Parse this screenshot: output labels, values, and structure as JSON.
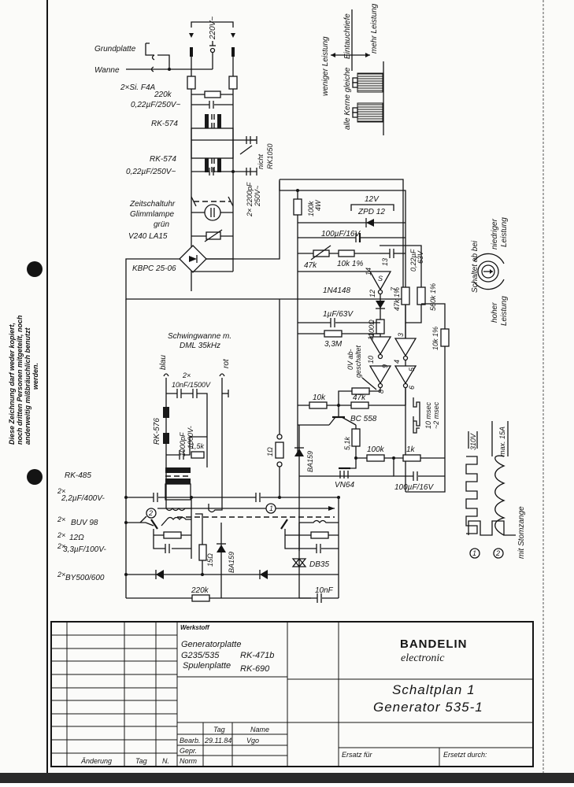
{
  "document": {
    "type": "circuit schematic (scanned)",
    "disclaimer_lines": [
      "Diese Zeichnung darf weder kopiert,",
      "noch dritten Personen mitgeteilt, noch",
      "anderweitig mißbräuchlich benutzt",
      "werden."
    ]
  },
  "mains_section": {
    "grundplatte": "Grundplatte",
    "wanne": "Wanne",
    "voltage": "220V~",
    "fuses": "2×Si. F4A",
    "r_220k": "220k",
    "cap_1": "0,22µF/250V~",
    "choke_1": "RK-574",
    "choke_2": "RK-574",
    "nicht": "nicht",
    "rk1050": "RK1050",
    "cap_2": "0,22µF/250V~",
    "cap_2200": "2× 2200pF",
    "cap_2200_v": "250V~",
    "timer": "Zeitschaltuhr",
    "lamp": "Glimmlampe",
    "lamp_color": "grün",
    "varistor": "V240 LA15",
    "bridge": "KBPC 25-06"
  },
  "core_note": {
    "weniger": "weniger Leistung",
    "eintauch": "Eintauchtiefe",
    "mehr": "mehr Leistung",
    "kerne": "alle Kerne gleiche"
  },
  "control_section": {
    "r_100k": "100k",
    "r_100k_w": "4W",
    "v12": "12V",
    "zener": "ZPD 12",
    "c_100u": "100µF/16V",
    "pot_47k": "47k",
    "r_10k1": "10k 1%",
    "c_022": "0,22µF",
    "c_022_v": "63V",
    "pin13": "13",
    "pin14": "14",
    "pin12": "12",
    "pin7": "7",
    "pin11": "11",
    "pin10": "10",
    "pin9": "9",
    "pin8": "8",
    "pin3": "3",
    "pin4": "4",
    "pin5": "5",
    "pin6": "6",
    "schmitt": "S",
    "diode_1n4148": "1N4148",
    "r_47k1": "47k 1%",
    "r_560k": "560k 1%",
    "r_100ohm": "100Ω",
    "c_1u": "1µF/63V",
    "r_33m": "3,3M",
    "r_10k1b": "10k 1%",
    "ov_note_1": "0V ab-",
    "ov_note_2": "geschaltet",
    "r_10k": "10k",
    "r_47k": "47k",
    "pnp": "BC 558",
    "ms10": "10 msec",
    "ms2": "~2 msec",
    "ba159": "BA159",
    "r_51k": "5,1k",
    "r_100k_b": "100k",
    "r_1k": "1k",
    "mosfet": "VN64",
    "c_100u_b": "100µF/16V"
  },
  "switch_note": {
    "schaltet": "Schaltet ab bei",
    "niedriger": "niedriger",
    "leistung_1": "Leistung",
    "hoher": "hoher",
    "leistung_2": "Leistung"
  },
  "transducer_section": {
    "title_1": "Schwingwanne m.",
    "title_2": "DML 35kHz",
    "blau": "blau",
    "rot": "rot",
    "c_10n_count": "2×",
    "c_10n": "10nF/1500V",
    "choke": "RK-576",
    "c_1000p": "1000pF",
    "c_1000p_v": "1000V-",
    "r_15k": "1,5k",
    "r_1ohm": "1Ω"
  },
  "power_section": {
    "transformer": "RK-485",
    "c_22_count": "2×",
    "c_22": "2,2µF/400V-",
    "transistor_count": "2×",
    "transistor": "BUV 98",
    "r12_count": "2×",
    "r12": "12Ω",
    "c33_count": "2×",
    "c33": "3,3µF/100V-",
    "diode_count": "2×",
    "diode": "BY500/600",
    "r_15ohm": "15Ω",
    "ba159": "BA159",
    "r_220k": "220k",
    "diac": "DB35",
    "c_10n": "10nF",
    "marker_1": "1",
    "marker_2": "2"
  },
  "waveforms": {
    "v_label": "310V",
    "a_label": "max. 15A",
    "marker_1": "1",
    "marker_2": "2",
    "note": "mit Stomzange"
  },
  "title_block": {
    "werkstoff": "Werkstoff",
    "mat_1": "Generatorplatte",
    "mat_2a": "G235/535",
    "mat_2b": "RK-471b",
    "mat_3a": "Spulenplatte",
    "mat_3b": "RK-690",
    "col_tag": "Tag",
    "col_name": "Name",
    "row_bearb": "Bearb.",
    "row_gepr": "Gepr.",
    "row_norm": "Norm",
    "bearb_date": "29.11.84",
    "bearb_name": "Vgo",
    "rev_aenderung": "Änderung",
    "rev_tag": "Tag",
    "rev_n": "N.",
    "brand_1": "BANDELIN",
    "brand_2": "electronic",
    "title_1": "Schaltplan 1",
    "title_2": "Generator 535-1",
    "ersatz_fuer": "Ersatz für",
    "ersetzt_durch": "Ersetzt durch:"
  }
}
